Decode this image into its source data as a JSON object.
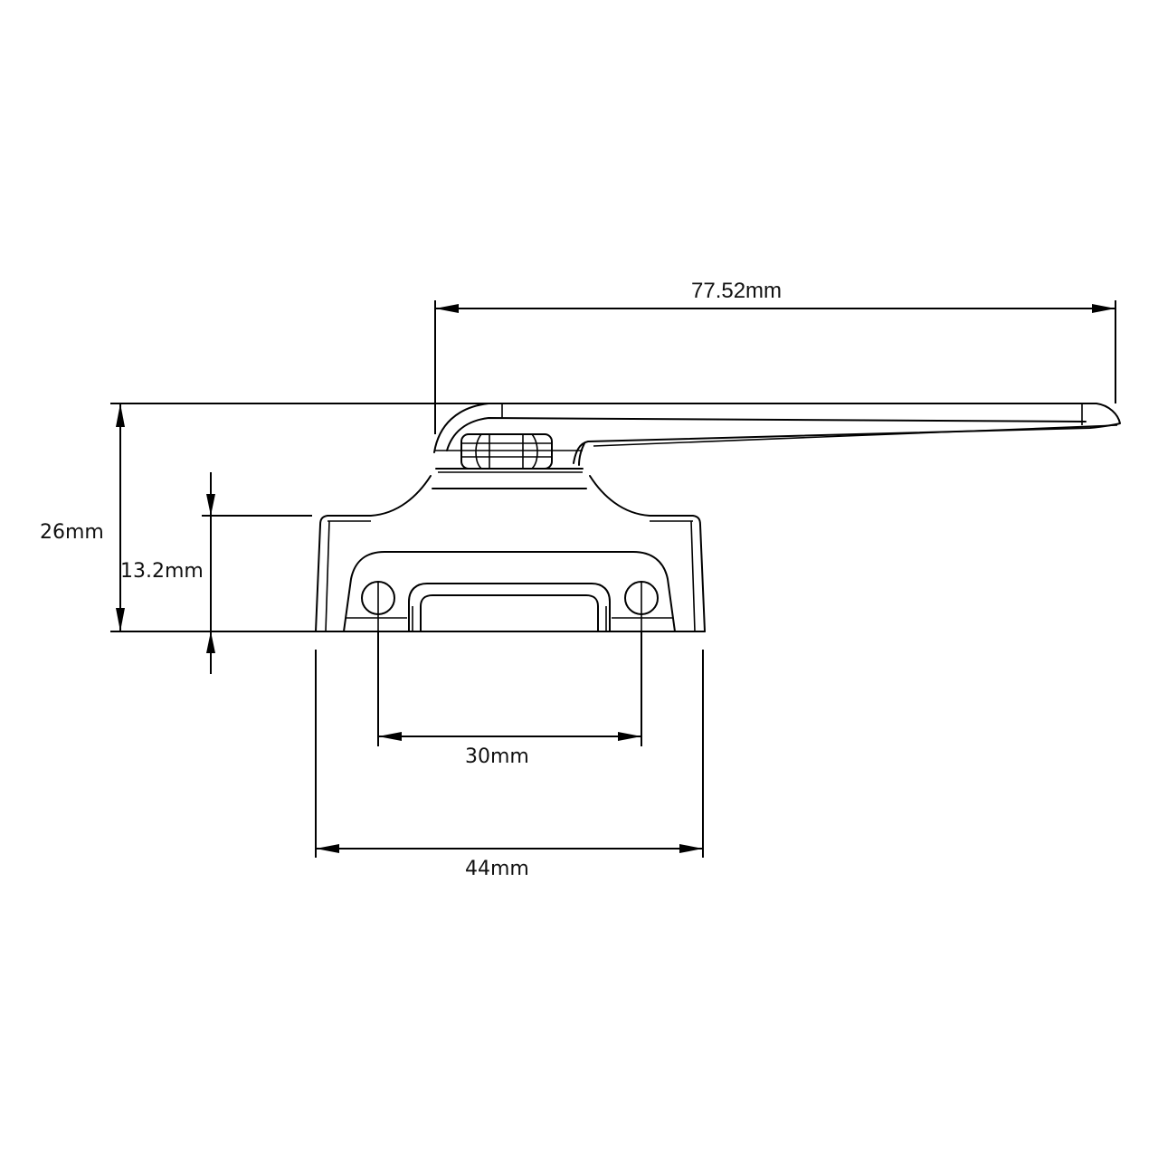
{
  "drawing": {
    "subject": "Window lock handle (side elevation)",
    "line_color": "#000000",
    "background": "#ffffff"
  },
  "dimensions": {
    "handle_length": {
      "label": "77.52mm",
      "value": 77.52,
      "unit": "mm",
      "orientation": "horizontal"
    },
    "overall_height": {
      "label": "26mm",
      "value": 26,
      "unit": "mm",
      "orientation": "vertical"
    },
    "base_height": {
      "label": "13.2mm",
      "value": 13.2,
      "unit": "mm",
      "orientation": "vertical"
    },
    "hole_spacing": {
      "label": "30mm",
      "value": 30,
      "unit": "mm",
      "orientation": "horizontal"
    },
    "base_width": {
      "label": "44mm",
      "value": 44,
      "unit": "mm",
      "orientation": "horizontal"
    }
  }
}
